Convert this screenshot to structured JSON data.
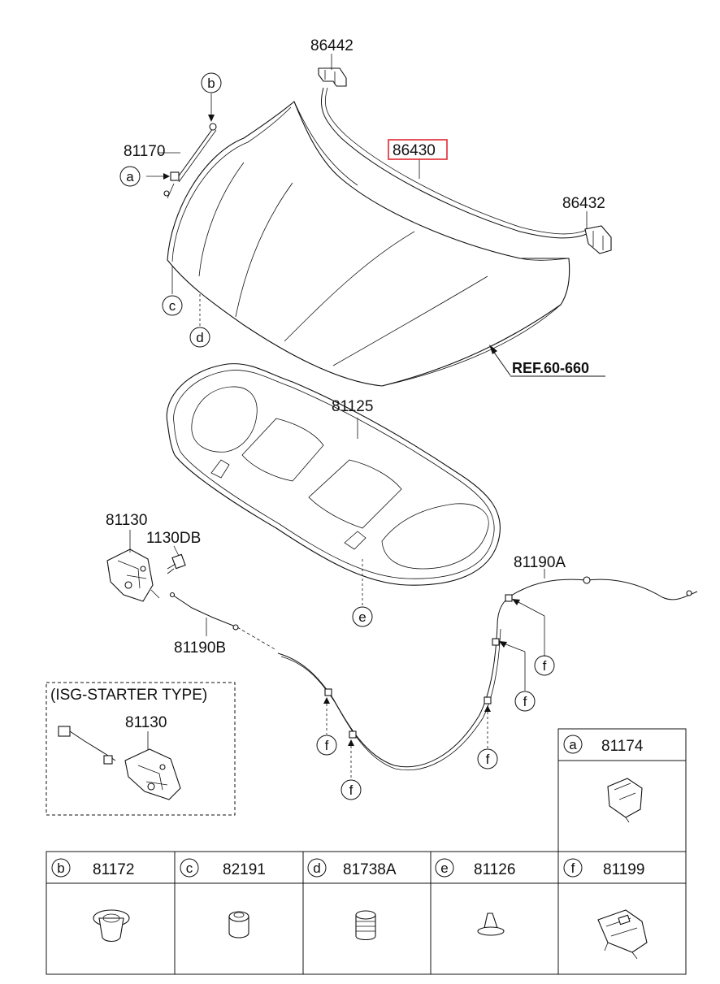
{
  "parts": {
    "p86442": "86442",
    "p86430": "86430",
    "p86432": "86432",
    "p81170": "81170",
    "ref": "REF.60-660",
    "p81125": "81125",
    "p81130": "81130",
    "p1130DB": "1130DB",
    "p81190A": "81190A",
    "p81190B": "81190B",
    "isg_title": "(ISG-STARTER TYPE)",
    "p81130_isg": "81130"
  },
  "callouts": [
    "a",
    "b",
    "c",
    "d",
    "e",
    "f"
  ],
  "legend": [
    {
      "letter": "a",
      "part": "81174"
    },
    {
      "letter": "b",
      "part": "81172"
    },
    {
      "letter": "c",
      "part": "82191"
    },
    {
      "letter": "d",
      "part": "81738A"
    },
    {
      "letter": "e",
      "part": "81126"
    },
    {
      "letter": "f",
      "part": "81199"
    }
  ],
  "highlight_color": "#e0282e"
}
